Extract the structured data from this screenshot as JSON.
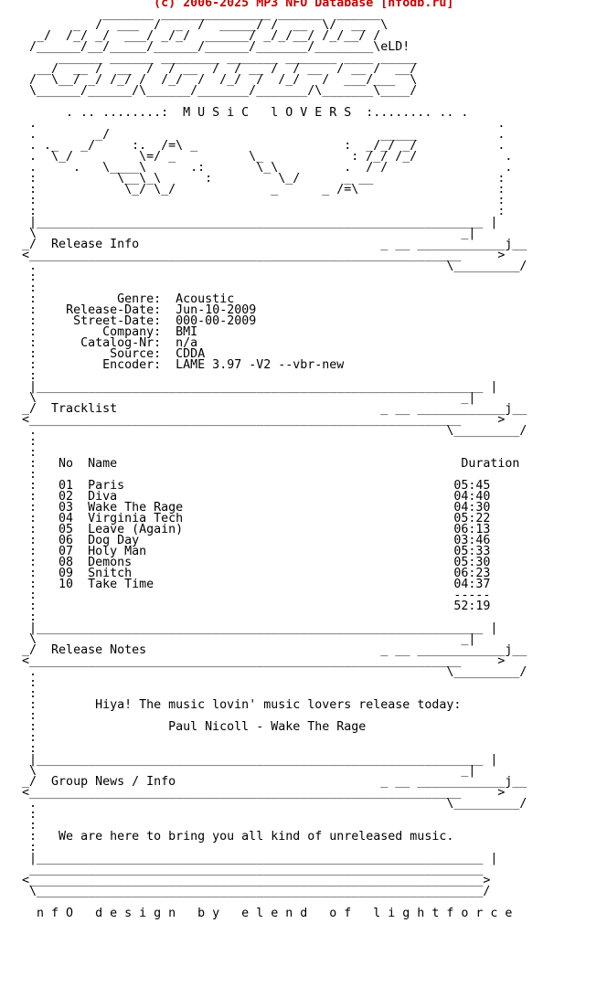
{
  "header_line": "                     (c) 2006-2025 MP3 NFO Database [nfodb.ru]",
  "logo": [
    "              _______ _______________ ______  ______ ",
    "          _  /  ___  /  _  /  _____/ /  __  \\/  __  \\",
    "     _/  /_/ _/  ___/ _/_/  ______/ _/_/__/ /_/__/ /",
    "    /______/__/_____/______/______/_______/________\\eLD!",
    "        ______ ______ ________ _______ _______ ____ _____",
    "     __/  __ /  __  /  / __  /  / __ /  / __  / __ /  __/",
    "    /  \\__/ _/ /_/ /  /_/  /  /_/  /  /_/   /  ___/___  \\",
    "    \\______/______/\\______/_______/_______/\\_______\\____/",
    "",
    "         . .. ........:  M U S i C   l O V E R S  :........ .. .",
    "    .                                                               .",
    "    .        _/                                     _____           .",
    "    . ._   _/     :.  /=\\ _                    :  _/_/ _/           .",
    "    .  \\_/         \\=/ _          \\_            : /_/ /_/            .",
    "    .     .   \\____\\      .:       \\_\\         .  / /                .",
    "    :           \\__\\_\\      :         \\_/      _ __                 :",
    "    :            \\_/ \\_/             _      _ /=\\                   :"
  ],
  "sections": {
    "release_info": {
      "title": "Release Info",
      "fields": [
        {
          "label": "Genre",
          "value": "Acoustic"
        },
        {
          "label": "Release-Date",
          "value": "Jun-10-2009"
        },
        {
          "label": "Street-Date",
          "value": "000-00-2009"
        },
        {
          "label": "Company",
          "value": "BMI"
        },
        {
          "label": "Catalog-Nr",
          "value": "n/a"
        },
        {
          "label": "Source",
          "value": "CDDA"
        },
        {
          "label": "Encoder",
          "value": "LAME 3.97 -V2 --vbr-new"
        }
      ]
    },
    "tracklist": {
      "title": "Tracklist",
      "headers": {
        "no": "No",
        "name": "Name",
        "duration": "Duration"
      },
      "tracks": [
        {
          "no": "01",
          "name": "Paris",
          "duration": "05:45"
        },
        {
          "no": "02",
          "name": "Diva",
          "duration": "04:40"
        },
        {
          "no": "03",
          "name": "Wake The Rage",
          "duration": "04:30"
        },
        {
          "no": "04",
          "name": "Virginia Tech",
          "duration": "05:22"
        },
        {
          "no": "05",
          "name": "Leave (Again)",
          "duration": "06:13"
        },
        {
          "no": "06",
          "name": "Dog Day",
          "duration": "03:46"
        },
        {
          "no": "07",
          "name": "Holy Man",
          "duration": "05:33"
        },
        {
          "no": "08",
          "name": "Demons",
          "duration": "05:30"
        },
        {
          "no": "09",
          "name": "Snitch",
          "duration": "06:23"
        },
        {
          "no": "10",
          "name": "Take Time",
          "duration": "04:37"
        }
      ],
      "separator": "-----",
      "total": "52:19"
    },
    "release_notes": {
      "title": "Release Notes",
      "line1": "Hiya! The music lovin' music lovers release today:",
      "line2": "Paul Nicoll - Wake The Rage"
    },
    "group_news": {
      "title": "Group News / Info",
      "line1": "We are here to bring you all kind of unreleased music."
    }
  },
  "footer": "n f O   d e s i g n   b y   e l e n d   o f   l i g h t f o r c e"
}
